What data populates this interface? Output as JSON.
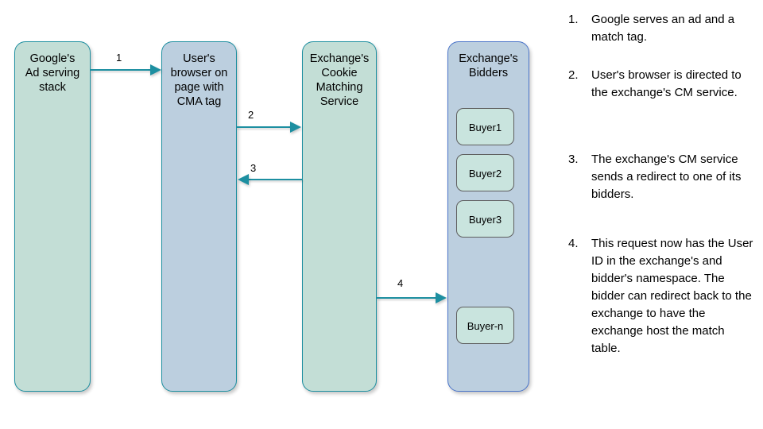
{
  "diagram": {
    "type": "cookie-matching-flow",
    "lanes": [
      {
        "id": "google",
        "title": "Google's\nAd serving\nstack",
        "fill": "#c3ded6",
        "stroke": "#1e8fa0"
      },
      {
        "id": "browser",
        "title": "User's\nbrowser on\npage with\nCMA tag",
        "fill": "#bccfdf",
        "stroke": "#1e8fa0"
      },
      {
        "id": "cms",
        "title": "Exchange's\nCookie\nMatching\nService",
        "fill": "#c3ded6",
        "stroke": "#1e8fa0"
      },
      {
        "id": "bidders",
        "title": "Exchange's\nBidders",
        "fill": "#bccfdf",
        "stroke": "#4a74c9"
      }
    ],
    "buyers": [
      {
        "label": "Buyer1"
      },
      {
        "label": "Buyer2"
      },
      {
        "label": "Buyer3"
      },
      {
        "label": "Buyer-n"
      }
    ],
    "arrows": [
      {
        "label": "1",
        "from": "google",
        "to": "browser",
        "direction": "right"
      },
      {
        "label": "2",
        "from": "browser",
        "to": "cms",
        "direction": "right"
      },
      {
        "label": "3",
        "from": "cms",
        "to": "browser",
        "direction": "left"
      },
      {
        "label": "4",
        "from": "cms",
        "to": "bidders",
        "direction": "right"
      }
    ],
    "arrow_color": "#1d8fa1"
  },
  "steps": [
    {
      "number": "1.",
      "text": "Google serves an ad and a match tag."
    },
    {
      "number": "2.",
      "text": "User's browser is directed to the exchange's CM service."
    },
    {
      "number": "3.",
      "text": "The exchange's CM service sends a redirect to one of its bidders."
    },
    {
      "number": "4.",
      "text": "This request now has the User ID in the exchange's and bidder's namespace. The bidder can redirect back to the exchange to have the exchange host the match table."
    }
  ]
}
